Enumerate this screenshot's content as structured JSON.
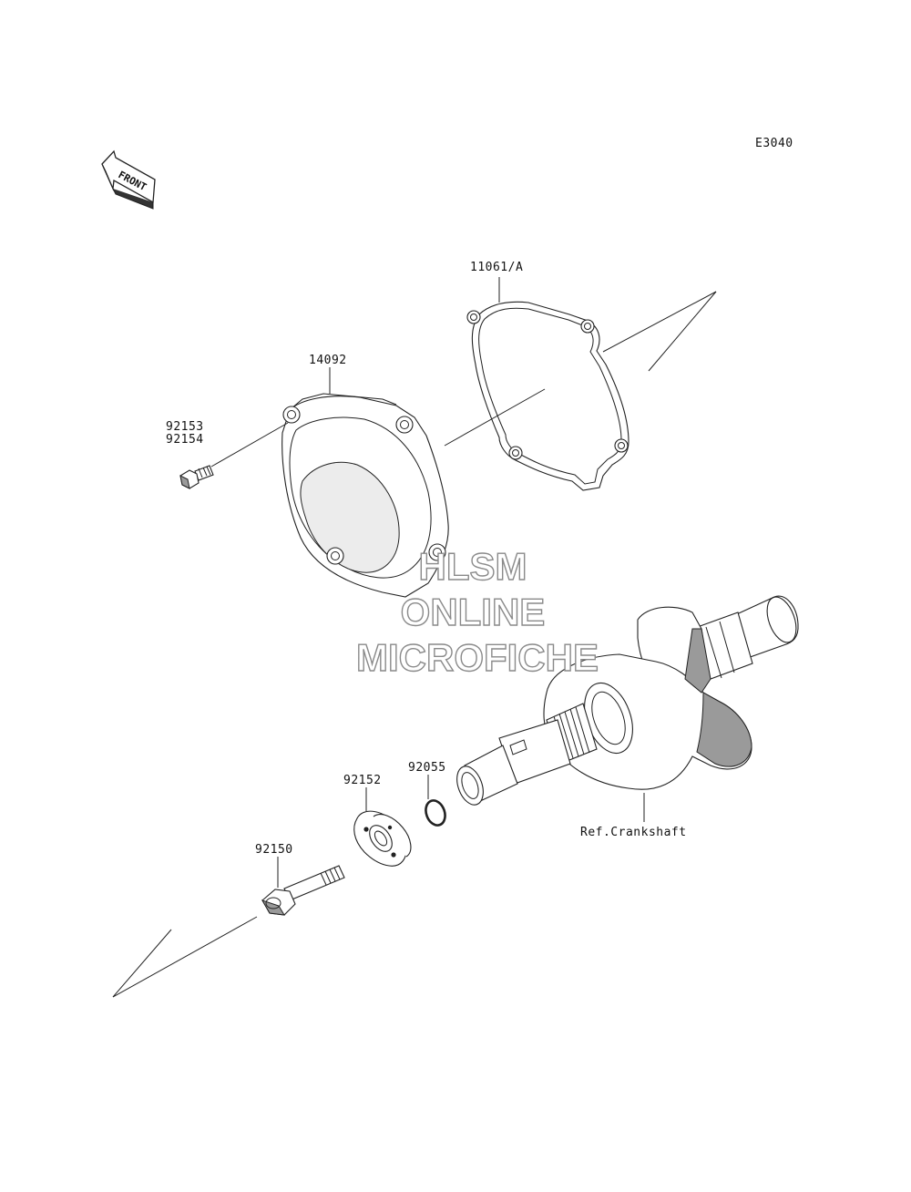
{
  "diagram": {
    "code": "E3040",
    "front_label": "FRONT",
    "parts": {
      "p14092": "14092",
      "p11061": "11061/A",
      "p92153": "92153",
      "p92154": "92154",
      "p92152": "92152",
      "p92055": "92055",
      "p92150": "92150",
      "crankshaft": "Ref.Crankshaft"
    },
    "watermark": {
      "line1": "HLSM",
      "line2": "ONLINE",
      "line3": "MICROFICHE"
    }
  }
}
